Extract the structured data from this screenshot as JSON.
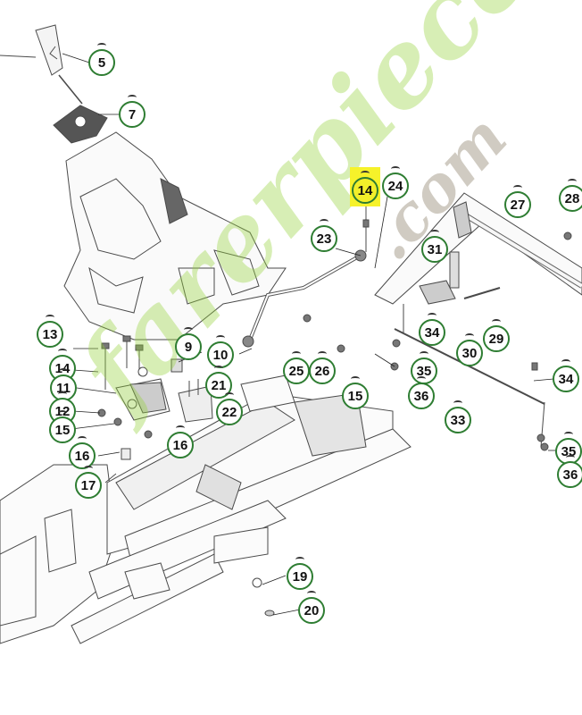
{
  "highlight": "14",
  "watermark": {
    "main": "farerpieces",
    "ext": ".com"
  },
  "colors": {
    "circle_border": "#2e7d32",
    "highlight": "#f2ef2a",
    "watermark_green": "#96d23c",
    "watermark_grey": "#968c78"
  },
  "callouts": [
    "5",
    "7",
    "14",
    "24",
    "27",
    "28",
    "23",
    "31",
    "13",
    "9",
    "10",
    "14",
    "11",
    "12",
    "15",
    "16",
    "17",
    "25",
    "26",
    "15",
    "21",
    "22",
    "16",
    "34",
    "30",
    "29",
    "35",
    "36",
    "33",
    "34",
    "35",
    "36",
    "19",
    "20"
  ]
}
